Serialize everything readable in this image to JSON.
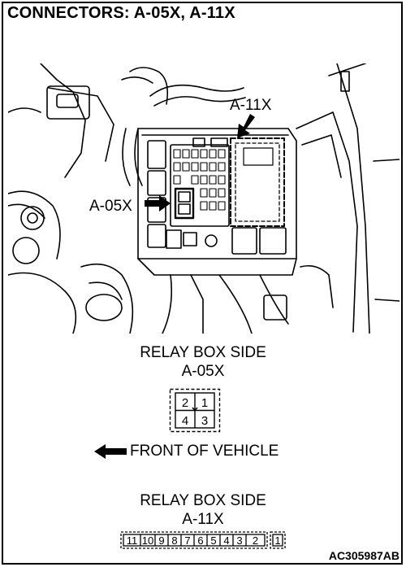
{
  "title": "CONNECTORS: A-05X, A-11X",
  "photo": {
    "callout_a11x": "A-11X",
    "callout_a05x": "A-05X"
  },
  "section1": {
    "heading": "RELAY BOX SIDE",
    "connector": "A-05X",
    "pins": [
      "2",
      "1",
      "4",
      "3"
    ]
  },
  "front_label": "FRONT OF VEHICLE",
  "section2": {
    "heading": "RELAY BOX SIDE",
    "connector": "A-11X",
    "pins_main": [
      "11",
      "10",
      "9",
      "8",
      "7",
      "6",
      "5",
      "4",
      "3",
      "2"
    ],
    "pin_right": "1"
  },
  "ref_code": "AC305987AB"
}
